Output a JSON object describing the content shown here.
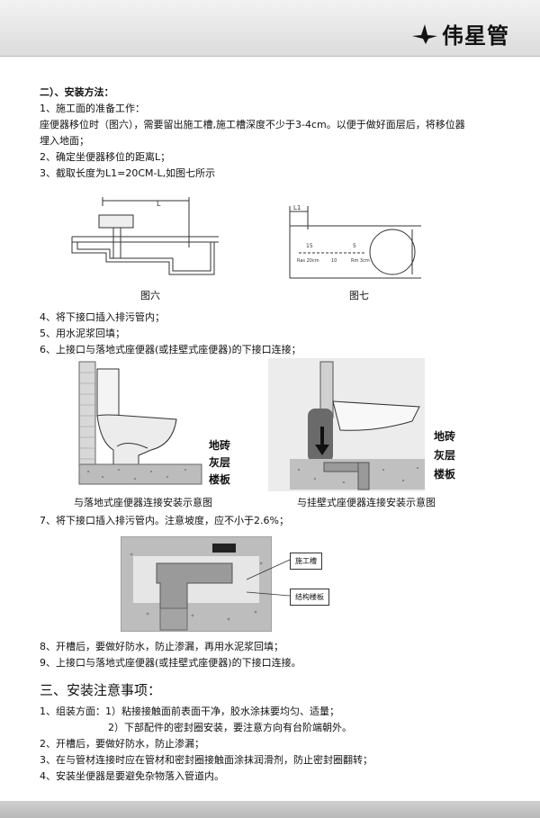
{
  "brand": {
    "name": "伟星管",
    "logo": "star-logo-icon"
  },
  "section2": {
    "heading": "二）、安装方法：",
    "lines": [
      "1、施工面的准备工作：",
      "座便器移位时（图六），需要留出施工槽,施工槽深度不少于3-4cm。以便于做好面层后，将移位器",
      "埋入地面；",
      "2、确定坐便器移位的距离L；",
      "3、截取长度为L1=20CM-L,如图七所示"
    ]
  },
  "fig6": {
    "caption": "图六",
    "dim": "L"
  },
  "fig7": {
    "caption": "图七",
    "dim": "L1",
    "scale_top": [
      "15",
      "5"
    ],
    "scale_bottom": [
      "Ras 20cm",
      "10",
      "Rm 3cm"
    ]
  },
  "steps_a": [
    "4、将下接口插入排污管内；",
    "5、用水泥浆回填；",
    "6、上接口与落地式座便器(或挂壁式座便器)的下接口连接；"
  ],
  "floor_diagram": {
    "caption": "与落地式座便器连接安装示意图",
    "labels": [
      "地砖",
      "灰层",
      "楼板"
    ]
  },
  "wall_diagram": {
    "caption": "与挂壁式座便器连接安装示意图",
    "labels": [
      "地砖",
      "灰层",
      "楼板"
    ]
  },
  "step7": "7、将下接口插入排污管内。注意坡度，应不小于2.6%；",
  "section_diagram": {
    "labels": [
      "施工槽",
      "结构楼板"
    ]
  },
  "steps_b": [
    "8、开槽后，要做好防水，防止渗漏，再用水泥浆回填；",
    "9、上接口与落地式座便器(或挂壁式座便器)的下接口连接。"
  ],
  "section3": {
    "heading": "三、安装注意事项：",
    "lines": [
      "1、组装方面：1）粘接接触面前表面干净，胶水涂抹要均匀、适量；",
      "2）下部配件的密封圈安装，要注意方向有台阶端朝外。",
      "2、开槽后，要做好防水，防止渗漏；",
      "3、在与管材连接时应在管材和密封圈接触面涂抹润滑剂，防止密封圈翻转；",
      "4、安装坐便器是要避免杂物落入管道内。"
    ]
  },
  "colors": {
    "header": "#e6e6e6",
    "footer": "#c4c4c4",
    "text": "#111111"
  }
}
